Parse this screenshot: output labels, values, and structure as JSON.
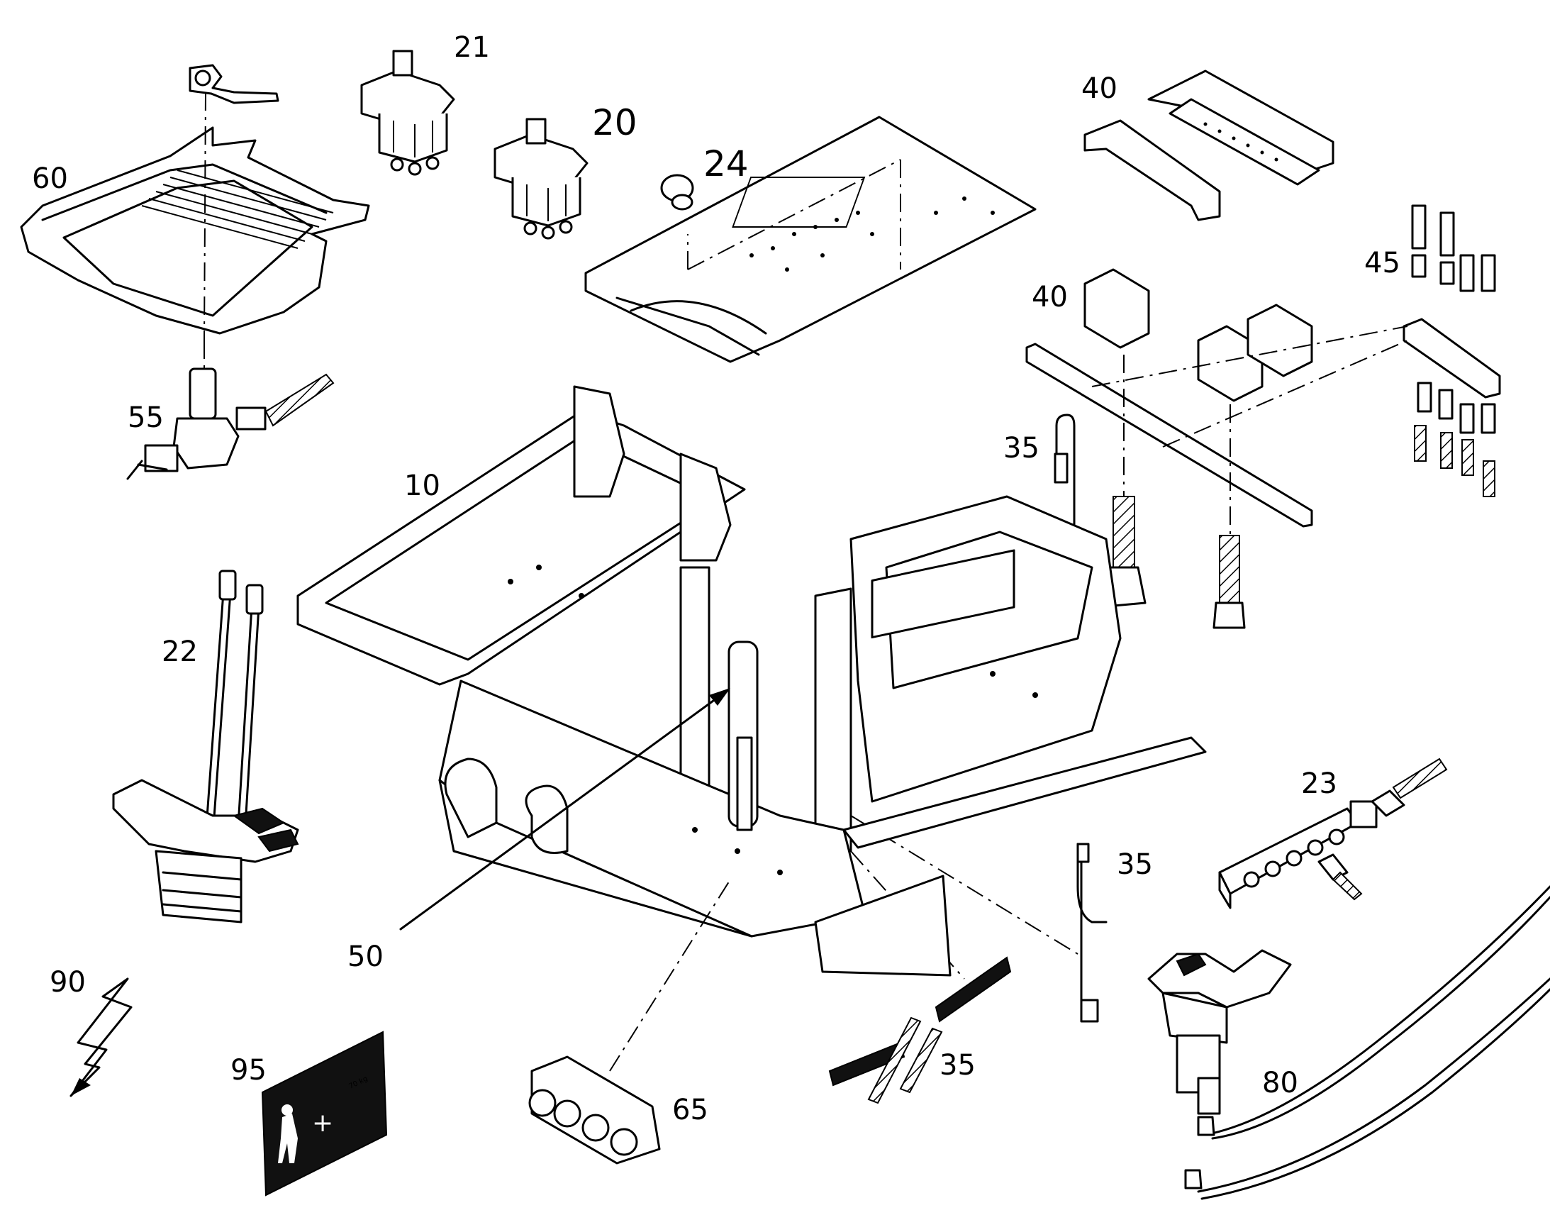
{
  "callouts": {
    "c10": "10",
    "c20": "20",
    "c21": "21",
    "c22": "22",
    "c23": "23",
    "c24": "24",
    "c35a": "35",
    "c35b": "35",
    "c35c": "35",
    "c40a": "40",
    "c40b": "40",
    "c45": "45",
    "c50": "50",
    "c55": "55",
    "c60": "60",
    "c65": "65",
    "c80": "80",
    "c90": "90",
    "c95": "95"
  },
  "decal_95": {
    "weight_label": "70 kg",
    "plus": "+"
  }
}
